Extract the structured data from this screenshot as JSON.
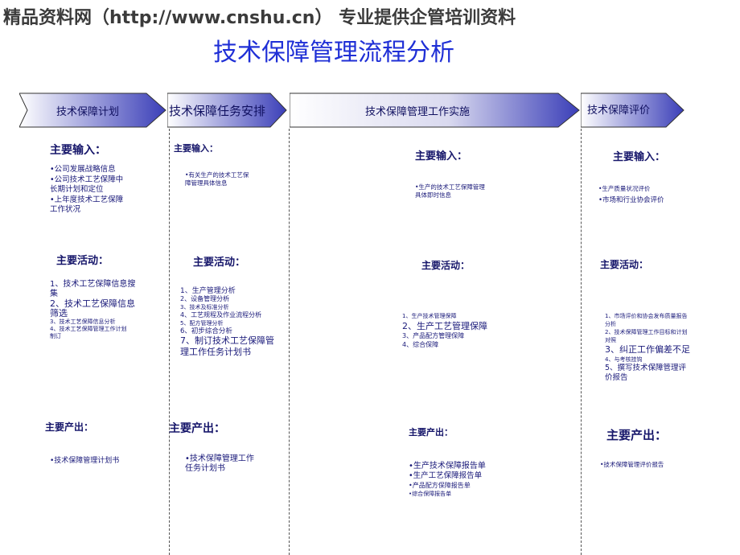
{
  "watermark": "精品资料网（http://www.cnshu.cn） 专业提供企管培训资料",
  "title": "技术保障管理流程分析",
  "stages": [
    {
      "label": "技术保障计划"
    },
    {
      "label": "技术保障任务安排"
    },
    {
      "label": "技术保障管理工作实施"
    },
    {
      "label": "技术保障评价"
    }
  ],
  "col1": {
    "input_title": "主要输入：",
    "inputs": [
      "•公司发展战略信息",
      "•公司技术工艺保障中",
      "长期计划和定位",
      "•上年度技术工艺保障",
      "工作状况"
    ],
    "activity_title": "主要活动：",
    "activities": [
      "1、技术工艺保障信息搜",
      "集",
      "2、技术工艺保障信息",
      "筛选",
      "3、技术工艺保障信息分析",
      "4、技术工艺保障管理工作计划",
      "制订"
    ],
    "output_title": "主要产出：",
    "outputs": [
      "•技术保障管理计划书"
    ]
  },
  "col2": {
    "input_title": "主要输入：",
    "inputs": [
      "•有关生产的技术工艺保",
      "障管理具体信息"
    ],
    "activity_title": "主要活动：",
    "activities": [
      "1、生产管理分析",
      "2、设备管理分析",
      "3、技术及标准分析",
      "4、工艺规程及作业流程分析",
      "5、配方管理分析",
      "6、初步综合分析",
      "7、制订技术工艺保障管",
      "理工作任务计划书"
    ],
    "output_title": "主要产出：",
    "outputs": [
      "•技术保障管理工作",
      "任务计划书"
    ]
  },
  "col3": {
    "input_title": "主要输入：",
    "inputs": [
      "•生产的技术工艺保障管理",
      "具体即时信息"
    ],
    "activity_title": "主要活动：",
    "activities": [
      "1、生产技术管理保障",
      "2、生产工艺管理保障",
      "3、产品配方管理保障",
      "4、综合保障"
    ],
    "output_title": "主要产出：",
    "outputs": [
      "•生产技术保障报告单",
      "•生产工艺保障报告单",
      "•产品配方保障报告单",
      "•综合保障报告单"
    ]
  },
  "col4": {
    "input_title": "主要输入：",
    "inputs": [
      "•生产质量状况评价",
      "•市场和行业协会评价"
    ],
    "activity_title": "主要活动：",
    "activities": [
      "1、市场评价和协会发布质量报告",
      "分析",
      "2、技术保障管理工作目标和计划",
      "对照",
      "3、纠正工作偏差不足",
      "4、与考核挂钩",
      "5、撰写技术保障管理评",
      "价报告"
    ],
    "output_title": "主要产出：",
    "outputs": [
      "•技术保障管理评价报告"
    ]
  }
}
